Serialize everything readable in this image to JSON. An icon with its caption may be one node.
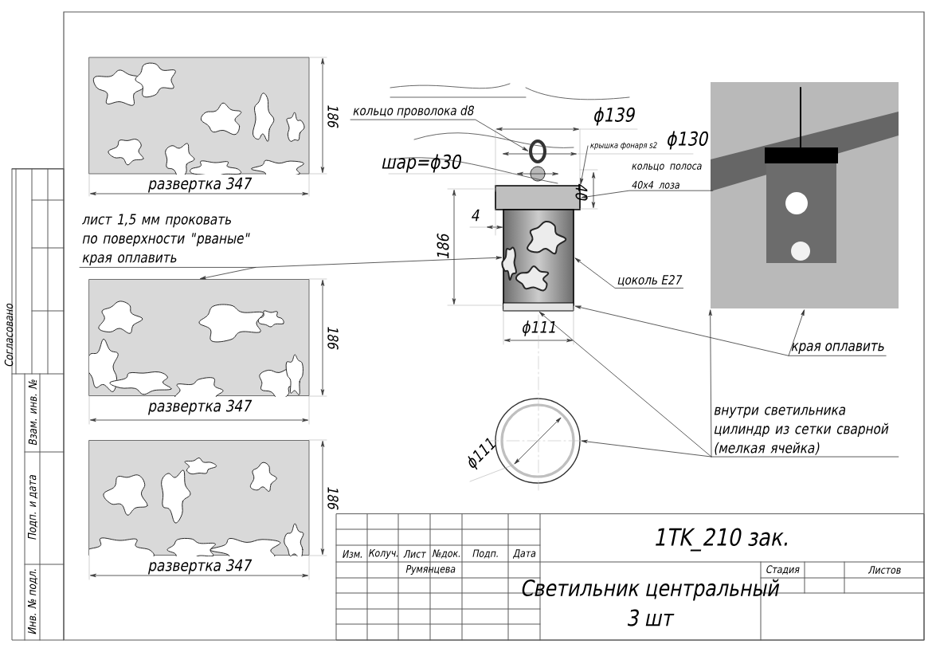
{
  "diagram": {
    "nodes": [
      {
        "text": [],
        "shape": "box",
        "beside": [
          "развертка 347"
        ]
      },
      {
        "text": [],
        "shape": "box",
        "beside": [
          "развертка 347"
        ]
      },
      {
        "text": [],
        "shape": "box",
        "beside": [
          "развертка 347"
        ]
      },
      {
        "text": [
          "лист 1,5 мм проковать по поверхности \"рваные\" края оплавить"
        ]
      },
      {
        "text": [
          "кольцо проволока d8"
        ]
      },
      {
        "text": [],
        "shape": "circle"
      },
      {
        "text": [
          "крышка фонаря s2"
        ]
      },
      {
        "text": [
          "кольцо полоса 40x4 лоза"
        ]
      },
      {
        "text": [],
        "shape": "box"
      },
      {
        "text": [],
        "shape": "cylinder"
      },
      {
        "text": [
          "цоколь E27"
        ]
      },
      {
        "text": [],
        "shape": "box"
      },
      {
        "text": [],
        "shape": "circle",
        "beside": [
          "ϕ111"
        ]
      },
      {
        "text": [],
        "shape": "picture"
      },
      {
        "text": [
          "края оплавить"
        ]
      },
      {
        "text": [
          "внутри светильника цилиндр из сетки сварной (мелкая ячейка)"
        ]
      }
    ],
    "edges": [
      {
        "from": 4,
        "to": 5,
        "arrow": "to"
      },
      {
        "from": 6,
        "to": 8,
        "arrow": "to"
      },
      {
        "from": 7,
        "to": 8,
        "arrow": "to"
      },
      {
        "from": 3,
        "to": 1,
        "arrow": "to"
      },
      {
        "from": 3,
        "to": 9,
        "arrow": "to"
      },
      {
        "from": 10,
        "to": 9,
        "arrow": "to"
      },
      {
        "from": 14,
        "to": 9,
        "arrow": "to"
      },
      {
        "from": 14,
        "to": 13,
        "arrow": "to"
      },
      {
        "from": 15,
        "to": 11,
        "arrow": "to"
      },
      {
        "from": 15,
        "to": 12,
        "arrow": "to"
      },
      {
        "from": 15,
        "to": 13,
        "arrow": "to"
      }
    ],
    "labels": [
      "186",
      "ϕ139",
      "ϕ130",
      "шар=ϕ30",
      "4",
      "40",
      "186",
      "ϕ111",
      "186",
      "186",
      "Изм.",
      "Колуч.",
      "Лист",
      "№док.",
      "Подп.",
      "Дата",
      "Румянцева",
      "1TK_210 зак.",
      "Светильник центральный",
      "3 шт",
      "Стадия",
      "Листов",
      "Согласовано",
      "Взам. инв. №",
      "Подп. и дата",
      "Инв. № подл."
    ]
  }
}
